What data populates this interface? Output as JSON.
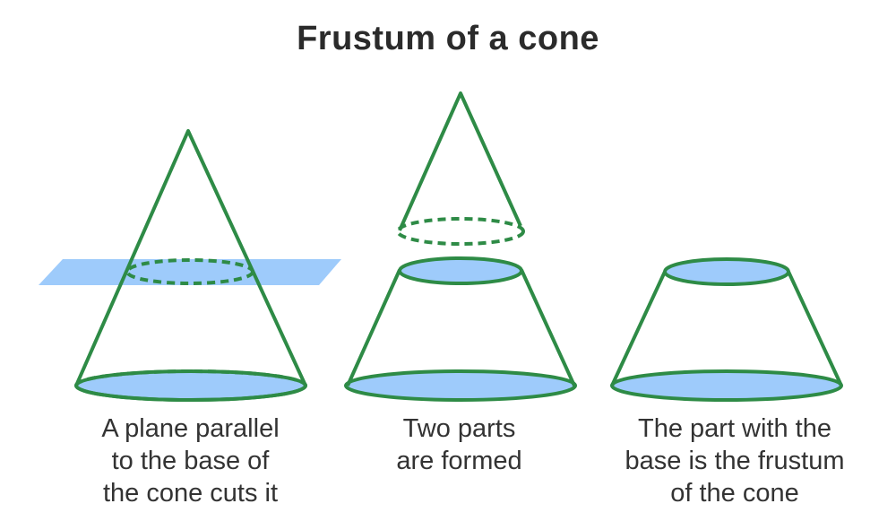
{
  "title": "Frustum of a cone",
  "colors": {
    "stroke": "#2e8b46",
    "fill": "#9ecbfb",
    "plane": "#9ecbfb",
    "text": "#333333"
  },
  "panels": [
    {
      "caption_lines": [
        "A plane parallel",
        "to the base of",
        "the cone cuts it"
      ]
    },
    {
      "caption_lines": [
        "Two parts",
        "are formed"
      ]
    },
    {
      "caption_lines": [
        "The part with the",
        "base is the frustum",
        "of the cone"
      ]
    }
  ]
}
